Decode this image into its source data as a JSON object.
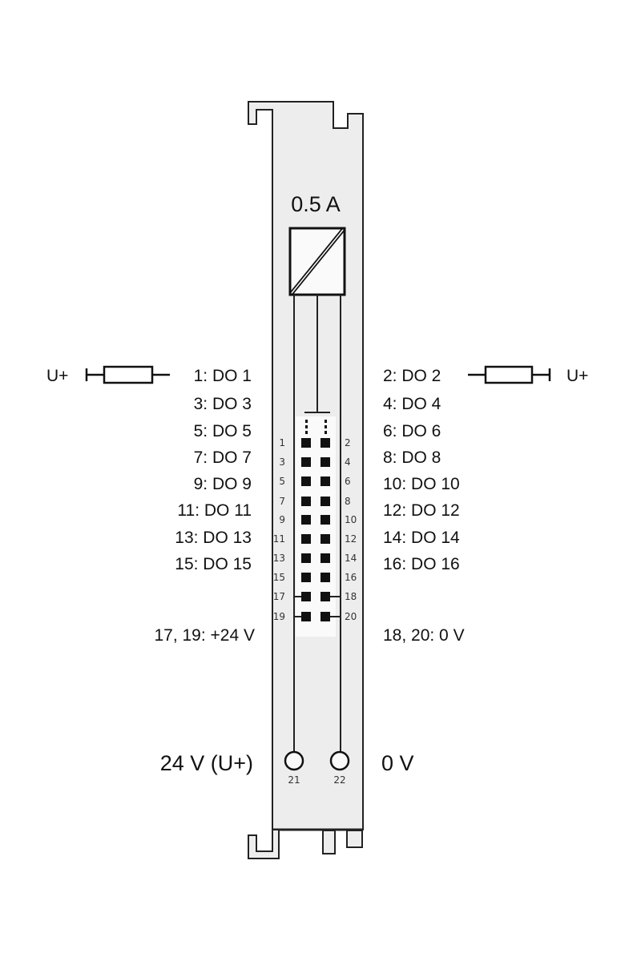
{
  "current_rating": "0.5 A",
  "supply_symbol": "U+",
  "left_labels": [
    "1: DO 1",
    "3: DO 3",
    "5: DO 5",
    "7: DO 7",
    "9: DO 9",
    "11: DO 11",
    "13: DO 13",
    "15: DO 15"
  ],
  "right_labels": [
    "2: DO 2",
    "4: DO 4",
    "6: DO 6",
    "8: DO 8",
    "10: DO 10",
    "12: DO 12",
    "14: DO 14",
    "16: DO 16"
  ],
  "left_power_label": "17, 19: +24 V",
  "right_power_label": "18, 20: 0 V",
  "left_pins": [
    "1",
    "3",
    "5",
    "7",
    "9",
    "11",
    "13",
    "15",
    "17",
    "19"
  ],
  "right_pins": [
    "2",
    "4",
    "6",
    "8",
    "10",
    "12",
    "14",
    "16",
    "18",
    "20"
  ],
  "bottom_left_label": "24 V (U+)",
  "bottom_right_label": "0 V",
  "terminal_left": "21",
  "terminal_right": "22"
}
